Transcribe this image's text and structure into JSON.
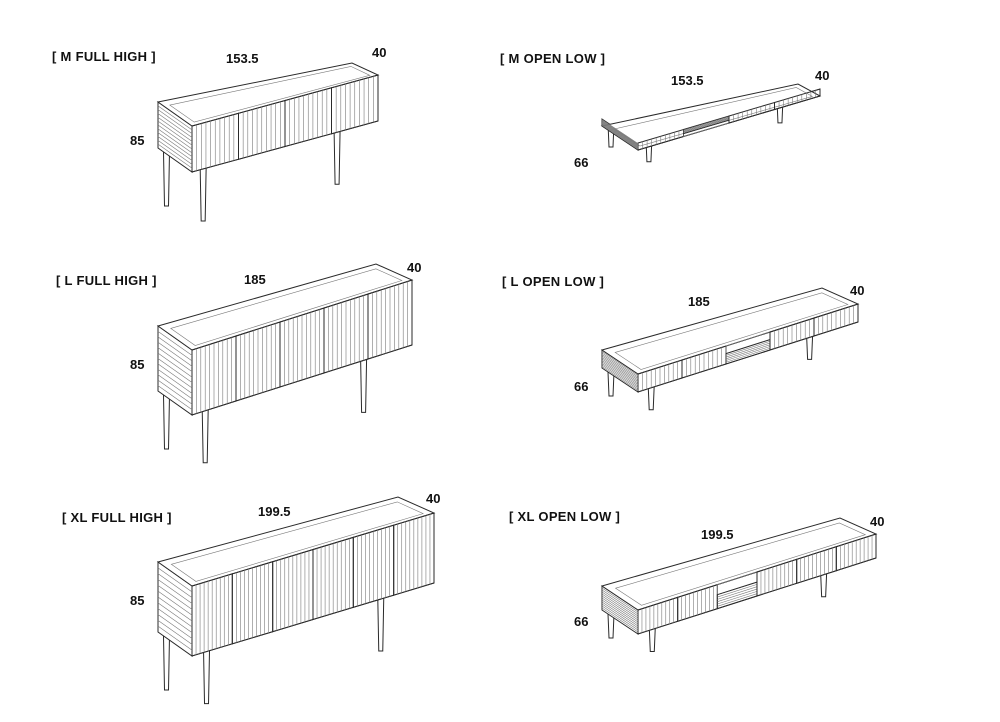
{
  "panels": [
    {
      "label": "[ M FULL HIGH ]",
      "width": "153.5",
      "depth": "40",
      "height": "85"
    },
    {
      "label": "[ M OPEN LOW ]",
      "width": "153.5",
      "depth": "40",
      "height": "66"
    },
    {
      "label": "[ L FULL HIGH ]",
      "width": "185",
      "depth": "40",
      "height": "85"
    },
    {
      "label": "[ L OPEN LOW ]",
      "width": "185",
      "depth": "40",
      "height": "66"
    },
    {
      "label": "[ XL FULL HIGH ]",
      "width": "199.5",
      "depth": "40",
      "height": "85"
    },
    {
      "label": "[ XL OPEN LOW ]",
      "width": "199.5",
      "depth": "40",
      "height": "66"
    }
  ]
}
